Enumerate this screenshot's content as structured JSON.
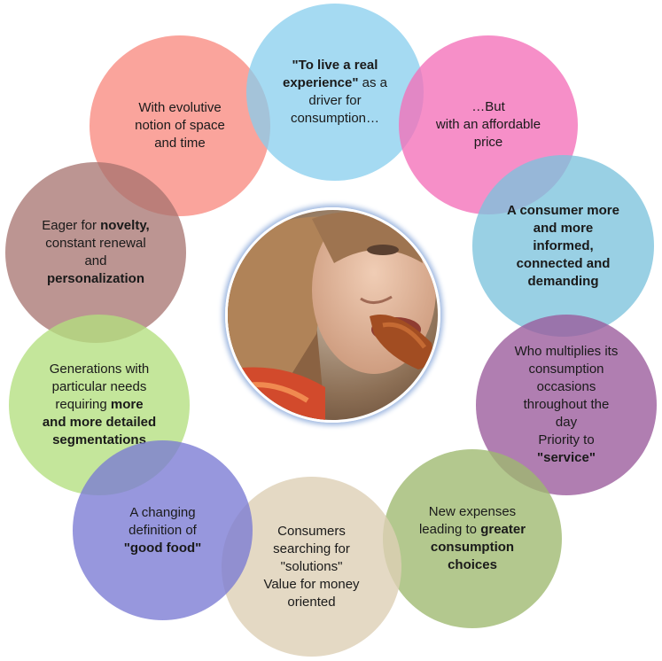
{
  "colors": {
    "blue": "#87ceee",
    "pink": "#f46fb9",
    "teal": "#7cc3dc",
    "purple": "#9a5a9b",
    "olive": "#9db96e",
    "beige": "#ddd0b5",
    "indigo": "#7a7ad3",
    "green": "#b4df7f",
    "mauve": "#a6716e",
    "salmon": "#f98a80"
  },
  "center_image": {
    "icon": "woman-eating-chicken-photo"
  },
  "circles": [
    {
      "lines": [
        {
          "b": "\"To live a real"
        },
        {
          "b": "experience\"",
          "t": " as a"
        },
        {
          "t": "driver for"
        },
        {
          "t": "consumption…"
        }
      ]
    },
    {
      "lines": [
        {
          "t": "…But"
        },
        {
          "t": "with an affordable"
        },
        {
          "t": "price"
        }
      ]
    },
    {
      "lines": [
        {
          "b": "A consumer more"
        },
        {
          "b": "and more"
        },
        {
          "b": "informed,"
        },
        {
          "b": "connected and"
        },
        {
          "b": "demanding"
        }
      ]
    },
    {
      "lines": [
        {
          "t": "Who multiplies its"
        },
        {
          "t": "consumption"
        },
        {
          "t": "occasions"
        },
        {
          "t": "throughout the"
        },
        {
          "t": "day"
        },
        {
          "t": "Priority to"
        },
        {
          "b": "\"service\""
        }
      ]
    },
    {
      "lines": [
        {
          "t": "New expenses"
        },
        {
          "t": "leading to ",
          "b": "greater"
        },
        {
          "b": "consumption"
        },
        {
          "b": "choices"
        }
      ]
    },
    {
      "lines": [
        {
          "t": "Consumers"
        },
        {
          "t": "searching for"
        },
        {
          "t": "\"solutions\""
        },
        {
          "t": " "
        },
        {
          "t": "Value for money"
        },
        {
          "t": "oriented"
        }
      ]
    },
    {
      "lines": [
        {
          "t": "A changing"
        },
        {
          "t": "definition of"
        },
        {
          "t": " "
        },
        {
          "b": "\"good food\""
        }
      ]
    },
    {
      "lines": [
        {
          "t": "Generations with"
        },
        {
          "t": "particular needs"
        },
        {
          "t": "requiring ",
          "b": "more"
        },
        {
          "b": "and more detailed"
        },
        {
          "b": "segmentations"
        }
      ]
    },
    {
      "lines": [
        {
          "t": "Eager for ",
          "b": "novelty,"
        },
        {
          "t": "constant renewal"
        },
        {
          "t": "and"
        },
        {
          "b": "personalization"
        }
      ]
    },
    {
      "lines": [
        {
          "t": "With evolutive"
        },
        {
          "t": "notion of space"
        },
        {
          "t": "and time"
        }
      ]
    }
  ]
}
